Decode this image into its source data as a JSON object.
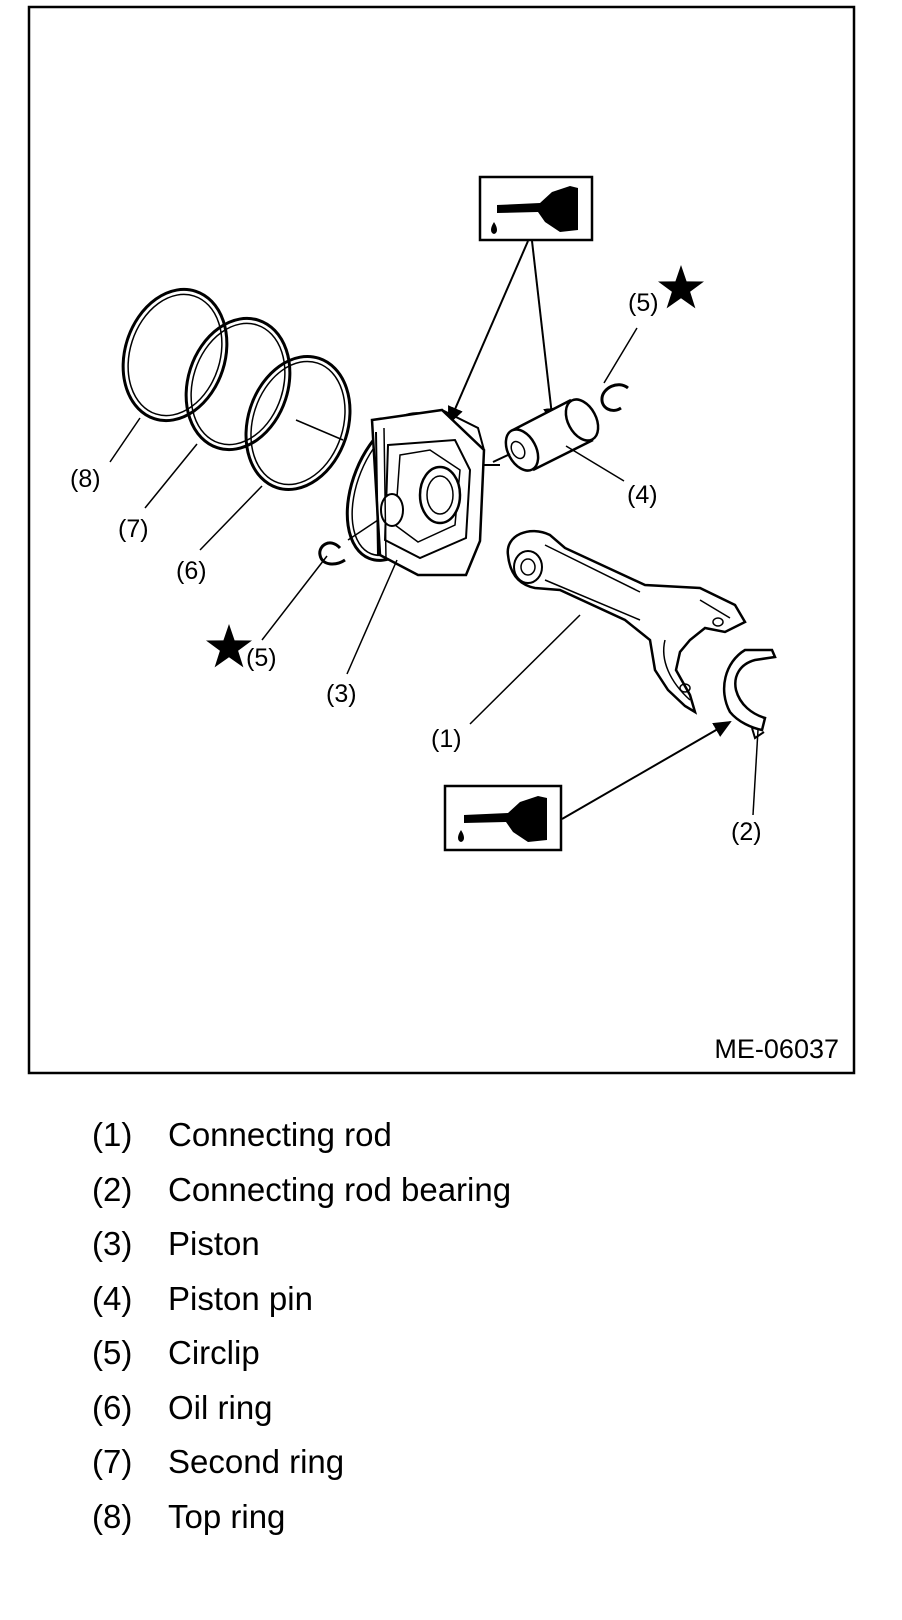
{
  "figure": {
    "id": "ME-06037",
    "callouts": {
      "c1": "(1)",
      "c2": "(2)",
      "c3": "(3)",
      "c4": "(4)",
      "c5a": "(5)",
      "c5b": "(5)",
      "c6": "(6)",
      "c7": "(7)",
      "c8": "(8)"
    },
    "icons": [
      "oil-can-icon",
      "star-icon"
    ]
  },
  "legend": [
    {
      "num": "(1)",
      "text": "Connecting rod"
    },
    {
      "num": "(2)",
      "text": "Connecting rod bearing"
    },
    {
      "num": "(3)",
      "text": "Piston"
    },
    {
      "num": "(4)",
      "text": "Piston pin"
    },
    {
      "num": "(5)",
      "text": "Circlip"
    },
    {
      "num": "(6)",
      "text": "Oil ring"
    },
    {
      "num": "(7)",
      "text": "Second ring"
    },
    {
      "num": "(8)",
      "text": "Top ring"
    }
  ]
}
